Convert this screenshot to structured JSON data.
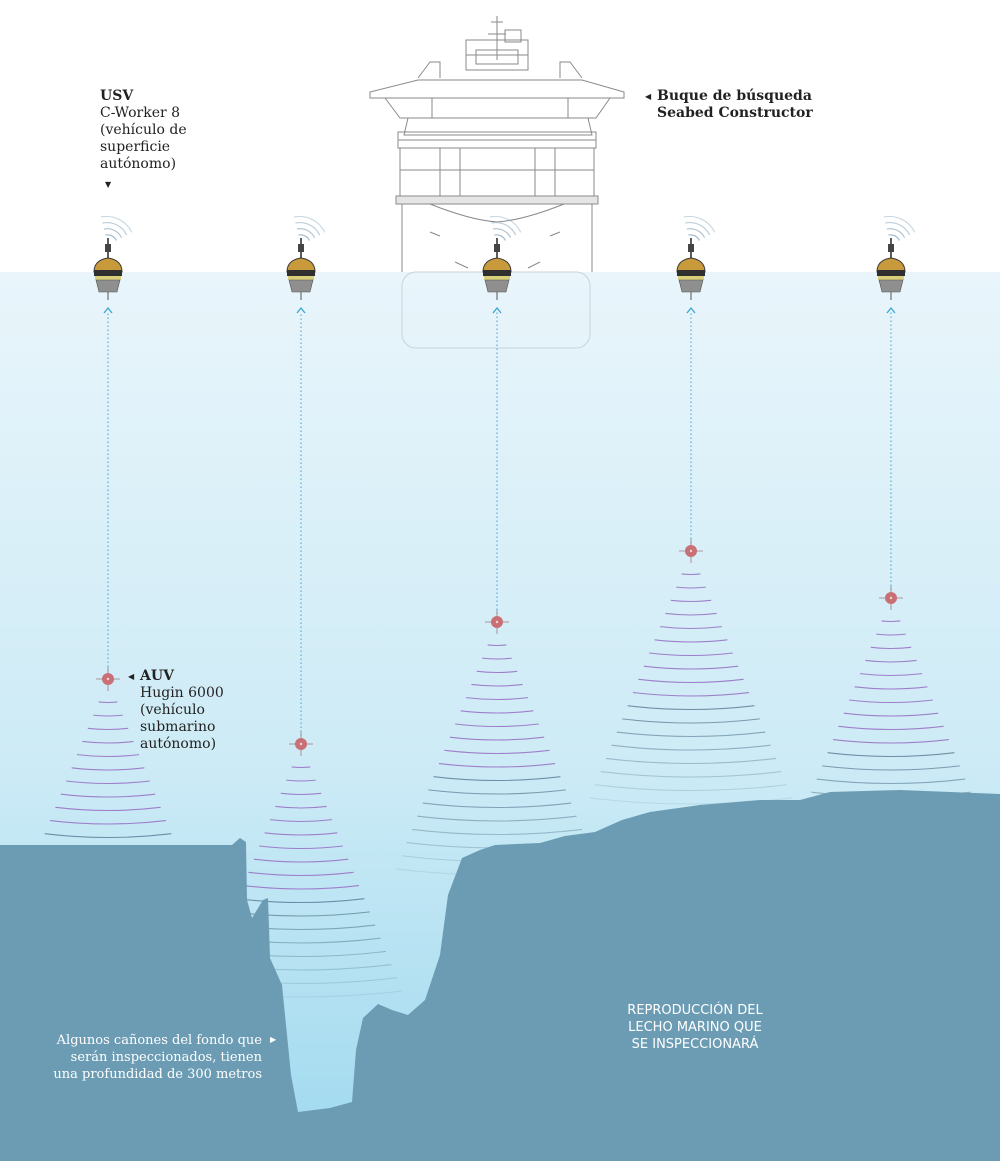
{
  "ship_label": {
    "line1": "Buque de búsqueda",
    "line2": "Seabed Constructor"
  },
  "usv_label": {
    "title": "USV",
    "line1": "C-Worker 8",
    "line2": "(vehículo de",
    "line3": "superficie",
    "line4": "autónomo)"
  },
  "auv_label": {
    "title": "AUV",
    "line1": "Hugin 6000",
    "line2": "(vehículo",
    "line3": "submarino",
    "line4": "autónomo)"
  },
  "canyon_label": {
    "line1": "Algunos cañones del fondo que",
    "line2": "serán inspeccionados, tienen",
    "line3": "una profundidad de 300 metros"
  },
  "seabed_label": {
    "line1": "REPRODUCCIÓN DEL",
    "line2": "LECHO MARINO QUE",
    "line3": "SE INSPECCIONARÁ"
  },
  "colors": {
    "water_top": "#e8f5fb",
    "water_bottom": "#9fd9ef",
    "seabed": "#6b9cb4",
    "sonar": "#9b78c8",
    "auv": "#c97076",
    "signal_line": "#3aa3d6",
    "ship_line": "#7a7a7a",
    "usv_body": "#c99a3b"
  },
  "icons": [
    "ship-icon",
    "usv-icon",
    "auv-icon",
    "wifi-signal-icon",
    "sonar-cone-icon"
  ]
}
